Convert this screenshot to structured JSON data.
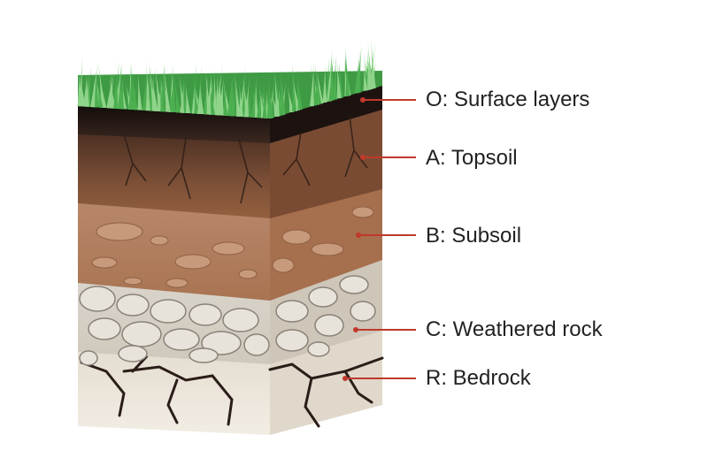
{
  "diagram": {
    "layers": [
      {
        "id": "o",
        "label": "O: Surface layers",
        "color": "#2a1c18"
      },
      {
        "id": "a",
        "label": "A: Topsoil",
        "color": "#7a4e36"
      },
      {
        "id": "b",
        "label": "B: Subsoil",
        "color": "#b07a58"
      },
      {
        "id": "c",
        "label": "C: Weathered rock",
        "color": "#d8d2c8"
      },
      {
        "id": "r",
        "label": "R: Bedrock",
        "color": "#ece6da"
      }
    ],
    "colors": {
      "grass": "#4caf50",
      "grass_light": "#8fd48a",
      "leader_line": "#c0392b",
      "crack": "#3a2a22",
      "stone": "#e8e3da",
      "stone_outline": "#8a8278"
    }
  }
}
